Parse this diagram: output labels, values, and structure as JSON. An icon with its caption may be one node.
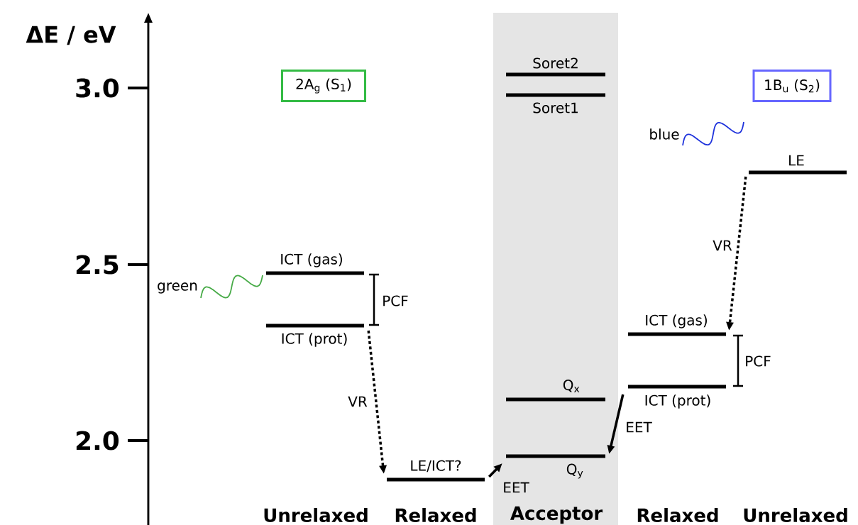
{
  "diagram": {
    "nodes": [
      {
        "text": [
          "2A$_{g}$ (S$_{1}$)"
        ]
      },
      {
        "text": [
          "Acceptor"
        ]
      },
      {
        "text": [
          "Soret2"
        ],
        "in": 1
      },
      {
        "text": [
          "Soret1"
        ],
        "in": 1
      },
      {
        "text": [
          "1B$_{u}$ (S$_{2}$)"
        ]
      },
      {
        "text": [
          "LE"
        ]
      },
      {
        "text": [
          "ICT (gas)"
        ]
      },
      {
        "text": [
          "ICT (prot)"
        ]
      },
      {
        "text": [
          "ICT (gas)"
        ]
      },
      {
        "text": [
          "Q$_{x}$"
        ],
        "in": 1
      },
      {
        "text": [
          "ICT (prot)"
        ]
      },
      {
        "text": [
          "Q$_{y}$"
        ],
        "in": 1
      },
      {
        "text": [
          "LE/ICT?"
        ]
      }
    ],
    "edges": [
      {
        "from": 7,
        "to": 12,
        "arrow": "to",
        "label": "VR",
        "style": "dashed"
      },
      {
        "from": 12,
        "to": 11,
        "arrow": "to",
        "label": "EET"
      },
      {
        "from": 10,
        "to": 11,
        "arrow": "to",
        "label": "EET"
      },
      {
        "from": 5,
        "to": 8,
        "arrow": "to",
        "label": "VR",
        "style": "dashed"
      }
    ],
    "labels": [
      "ΔE / eV",
      "3.0",
      "blue",
      "2.5",
      "green",
      "PCF",
      "PCF",
      "2.0",
      "Unrelaxed",
      "Relaxed",
      "Relaxed",
      "Unrelaxed"
    ]
  }
}
